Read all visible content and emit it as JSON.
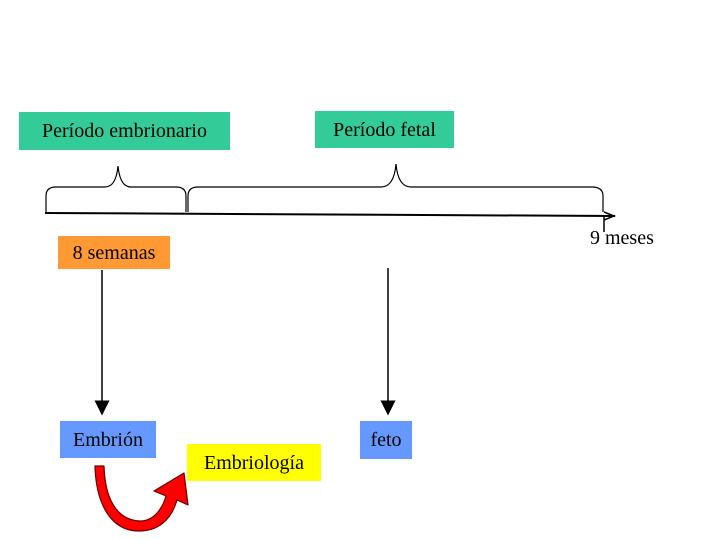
{
  "labels": {
    "periodo_embrionario": "Período embrionario",
    "periodo_fetal": "Período fetal",
    "ocho_semanas": "8 semanas",
    "nueve_meses": "9 meses",
    "embrion": "Embrión",
    "feto": "feto",
    "embriologia": "Embriología"
  },
  "colors": {
    "periodo_embrionario": "#33cc99",
    "periodo_fetal": "#33cc99",
    "ocho_semanas": "#ff9933",
    "embrion": "#6699ff",
    "feto": "#6699ff",
    "embriologia": "#ffff00",
    "curved_arrow": "#ff0000",
    "lines": "#000000"
  }
}
